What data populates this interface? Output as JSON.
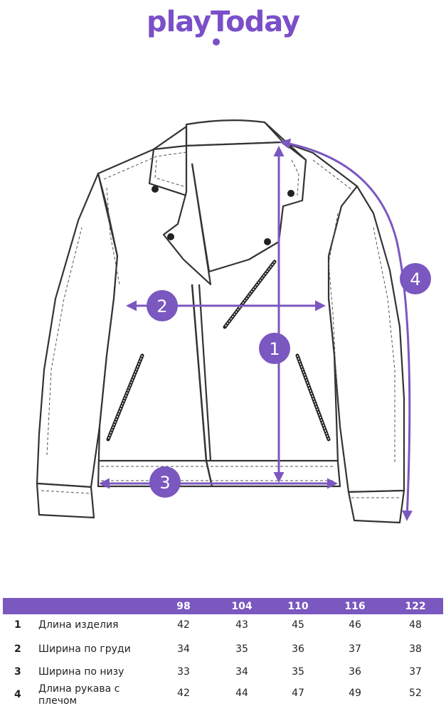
{
  "brand": {
    "logo_text": "playToday",
    "accent_color": "#7a4fc8"
  },
  "diagram": {
    "markers": [
      {
        "id": "1",
        "meaning": "Длина изделия"
      },
      {
        "id": "2",
        "meaning": "Ширина по груди"
      },
      {
        "id": "3",
        "meaning": "Ширина по низу"
      },
      {
        "id": "4",
        "meaning": "Длина рукава с плечом"
      }
    ]
  },
  "size_table": {
    "header_color": "#7b57c0",
    "sizes": [
      "98",
      "104",
      "110",
      "116",
      "122"
    ],
    "rows": [
      {
        "num": "1",
        "label": "Длина изделия",
        "values": [
          "42",
          "43",
          "45",
          "46",
          "48"
        ]
      },
      {
        "num": "2",
        "label": "Ширина по груди",
        "values": [
          "34",
          "35",
          "36",
          "37",
          "38"
        ]
      },
      {
        "num": "3",
        "label": "Ширина по низу",
        "values": [
          "33",
          "34",
          "35",
          "36",
          "37"
        ]
      },
      {
        "num": "4",
        "label": "Длина рукава с плечом",
        "values": [
          "42",
          "44",
          "47",
          "49",
          "52"
        ]
      }
    ]
  }
}
